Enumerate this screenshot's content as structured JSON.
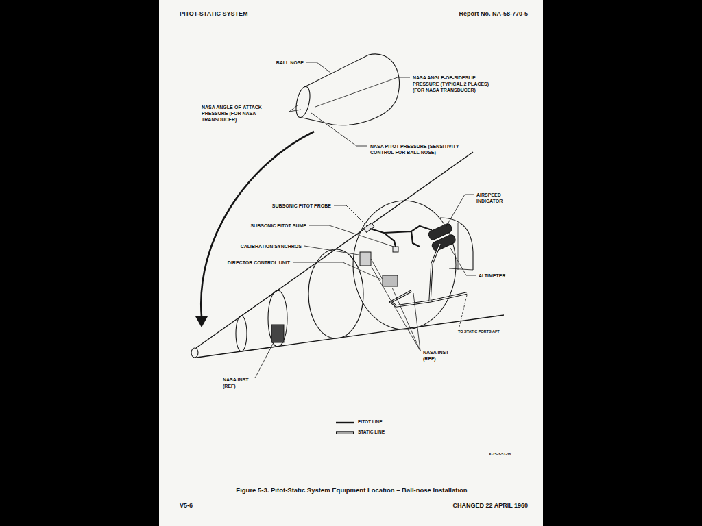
{
  "diagram": {
    "caption": "Figure 5-3.  Pitot-Static System Equipment Location – Ball-nose Installation",
    "labels": [
      "PITOT-STATIC SYSTEM",
      "Report No. NA-58-770-5",
      "BALL NOSE",
      "NASA ANGLE-OF-SIDESLIP PRESSURE (TYPICAL 2 PLACES) (FOR NASA TRANSDUCER)",
      "NASA ANGLE-OF-ATTACK PRESSURE (FOR NASA TRANSDUCER)",
      "NASA PITOT PRESSURE (SENSITIVITY CONTROL FOR BALL NOSE)",
      "AIRSPEED INDICATOR",
      "SUBSONIC PITOT PROBE",
      "SUBSONIC PITOT SUMP",
      "CALIBRATION SYNCHROS",
      "DIRECTOR CONTROL UNIT",
      "ALTIMETER",
      "TO STATIC PORTS AFT",
      "NASA INST (REF)",
      "NASA INST (REF)",
      "X-15-3-51-36",
      "V5-6",
      "CHANGED 22 APRIL 1960"
    ],
    "legend": [
      {
        "text": "PITOT LINE"
      },
      {
        "text": "STATIC LINE"
      }
    ]
  }
}
